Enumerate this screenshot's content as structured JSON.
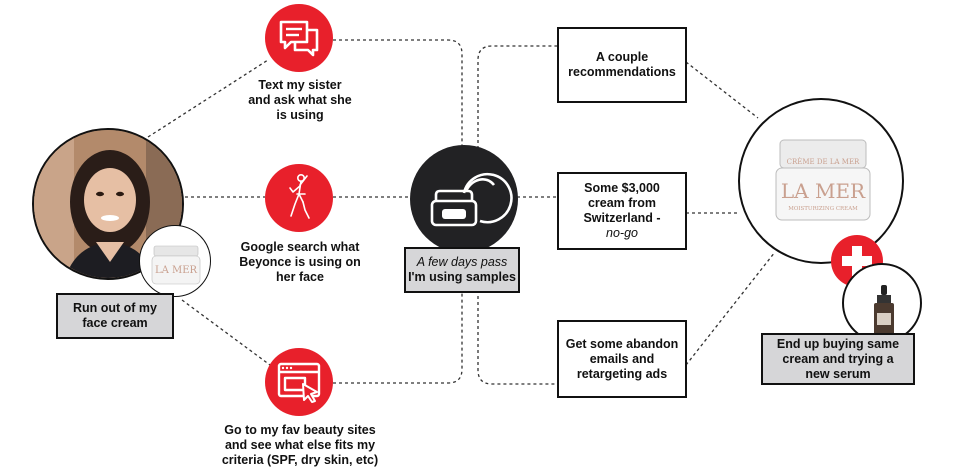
{
  "start": {
    "label_line1": "Run out of my",
    "label_line2": "face cream",
    "product_brand": "LA MER"
  },
  "paths": [
    {
      "icon": "chat-bubbles-icon",
      "text": [
        "Text my sister",
        "and ask what she",
        "is using"
      ]
    },
    {
      "icon": "dancing-figure-icon",
      "text": [
        "Google search what",
        "Beyonce is using on",
        "her face"
      ]
    },
    {
      "icon": "browser-cursor-icon",
      "text": [
        "Go to my fav beauty sites",
        "and see what else fits my",
        "criteria (SPF, dry skin, etc)"
      ]
    }
  ],
  "middle": {
    "icon": "cream-jar-icon",
    "line1": "A few days pass",
    "line2": "I'm using samples"
  },
  "outcomes": [
    {
      "lines": [
        "A couple",
        "recommendations"
      ]
    },
    {
      "lines": [
        "Some $3,000",
        "cream from",
        "Switzerland -"
      ],
      "italic": "no-go"
    },
    {
      "lines": [
        "Get some abandon",
        "emails and",
        "retargeting ads"
      ]
    }
  ],
  "end": {
    "product_brand": "LA MER",
    "product_sub": "MOISTURIZING CREAM",
    "product_top": "CRÈME DE LA MER",
    "plus_icon": "plus-icon",
    "serum_icon": "serum-bottle-icon",
    "label": [
      "End up buying same",
      "cream and trying a",
      "new serum"
    ]
  },
  "colors": {
    "accent_red": "#e8202b",
    "dark_circle": "#222224",
    "box_grey": "#d6d6d8"
  }
}
